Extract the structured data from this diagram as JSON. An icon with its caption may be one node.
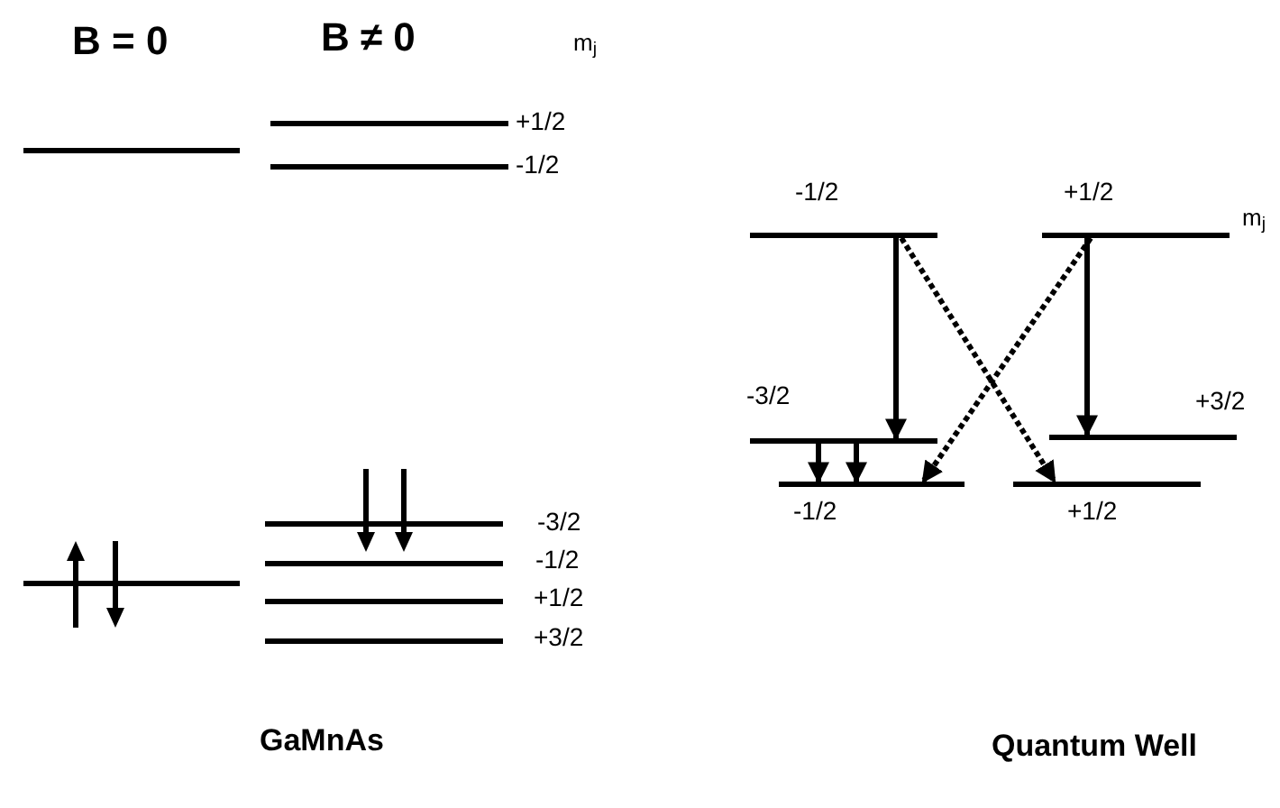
{
  "diagram": {
    "nodes": [
      {
        "text": [],
        "shape": "bar"
      },
      {
        "text": [],
        "shape": "bar",
        "beside": [
          "+1/2"
        ]
      },
      {
        "text": [],
        "shape": "bar",
        "beside": [
          "-1/2"
        ]
      },
      {
        "text": [],
        "shape": "bar"
      },
      {
        "text": [],
        "shape": "bar",
        "beside": [
          "-3/2"
        ]
      },
      {
        "text": [],
        "shape": "bar",
        "beside": [
          "-1/2"
        ]
      },
      {
        "text": [],
        "shape": "bar",
        "beside": [
          "+1/2"
        ]
      },
      {
        "text": [],
        "shape": "bar",
        "beside": [
          "+3/2"
        ]
      },
      {
        "text": [],
        "shape": "bar",
        "beside": [
          "-1/2"
        ]
      },
      {
        "text": [],
        "shape": "bar",
        "beside": [
          "+1/2"
        ]
      },
      {
        "text": [],
        "shape": "bar",
        "beside": [
          "-3/2"
        ]
      },
      {
        "text": [],
        "shape": "bar",
        "beside": [
          "+3/2"
        ]
      },
      {
        "text": [],
        "shape": "bar",
        "beside": [
          "-1/2"
        ]
      },
      {
        "text": [],
        "shape": "bar",
        "beside": [
          "+1/2"
        ]
      }
    ],
    "edges": [
      {
        "from": 8,
        "to": 10,
        "arrow": "to"
      },
      {
        "from": 8,
        "to": 13,
        "arrow": "to",
        "style": "dashed"
      },
      {
        "from": 9,
        "to": 12,
        "arrow": "to",
        "style": "dashed"
      },
      {
        "from": 9,
        "to": 11,
        "arrow": "to"
      },
      {
        "from": 10,
        "to": 12,
        "arrow": "to"
      },
      {
        "from": 10,
        "to": 12,
        "arrow": "to"
      }
    ],
    "labels": [
      "B = 0",
      "B ≠ 0",
      "m$_{j}$",
      "m$_{j}$",
      "GaMnAs",
      "Quantum Well"
    ]
  }
}
